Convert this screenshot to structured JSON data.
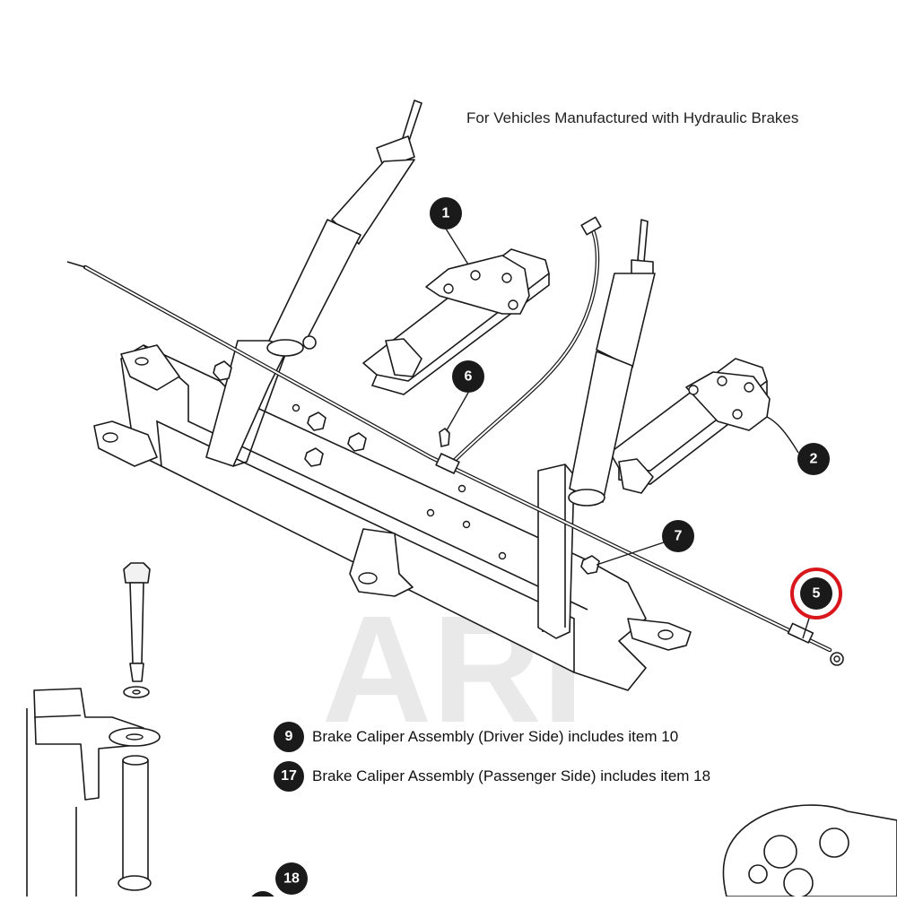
{
  "caption": "For Vehicles Manufactured with Hydraulic Brakes",
  "watermark": "ARI",
  "callouts": [
    {
      "id": "1",
      "highlighted": false
    },
    {
      "id": "2",
      "highlighted": false
    },
    {
      "id": "5",
      "highlighted": true
    },
    {
      "id": "6",
      "highlighted": false
    },
    {
      "id": "7",
      "highlighted": false
    },
    {
      "id": "18",
      "highlighted": false
    }
  ],
  "notes": [
    {
      "badge": "9",
      "text": "Brake Caliper Assembly (Driver Side) includes item 10"
    },
    {
      "badge": "17",
      "text": "Brake Caliper Assembly (Passenger Side) includes item 18"
    }
  ],
  "colors": {
    "callout": "#1a1a1a",
    "highlight_ring": "#d9161c",
    "line": "#1a1a1a",
    "watermark": "#e9e9e9"
  }
}
